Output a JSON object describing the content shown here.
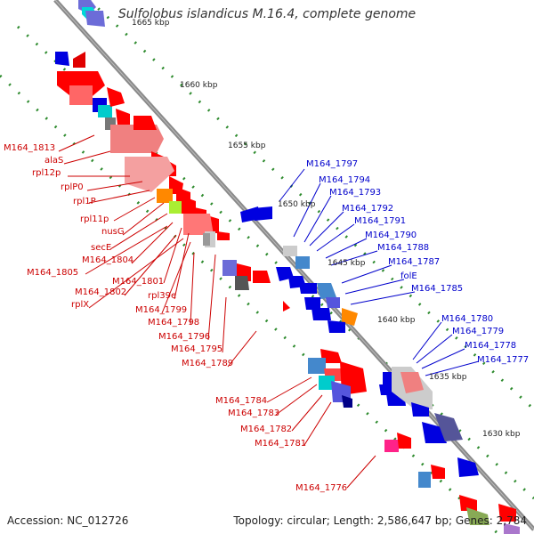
{
  "title": "Sulfolobus islandicus M.16.4, complete genome",
  "footer": {
    "accession": "Accession: NC_012726",
    "summary": "Topology: circular; Length: 2,586,647 bp; Genes: 2,784"
  },
  "colors": {
    "backbone": "#8a8a8a",
    "tick_dots": "#2e8b2e",
    "forward_label": "#cc0000",
    "reverse_label": "#0000cc"
  },
  "scale_labels": [
    "1665 kbp",
    "1660 kbp",
    "1655 kbp",
    "1650 kbp",
    "1645 kbp",
    "1640 kbp",
    "1635 kbp",
    "1630 kbp"
  ],
  "forward_genes": [
    "M164_1813",
    "alaS",
    "rpl12p",
    "rplP0",
    "rpl1P",
    "rpl11p",
    "nusG",
    "secE",
    "M164_1804",
    "M164_1805",
    "M164_1801",
    "M164_1802",
    "rpl39e",
    "rplX",
    "M164_1799",
    "M164_1798",
    "M164_1796",
    "M164_1795",
    "M164_1789",
    "M164_1784",
    "M164_1783",
    "M164_1782",
    "M164_1781",
    "M164_1776"
  ],
  "reverse_genes": [
    "M164_1797",
    "M164_1794",
    "M164_1793",
    "M164_1792",
    "M164_1791",
    "M164_1790",
    "M164_1788",
    "M164_1787",
    "folE",
    "M164_1785",
    "M164_1780",
    "M164_1779",
    "M164_1778",
    "M164_1777"
  ]
}
